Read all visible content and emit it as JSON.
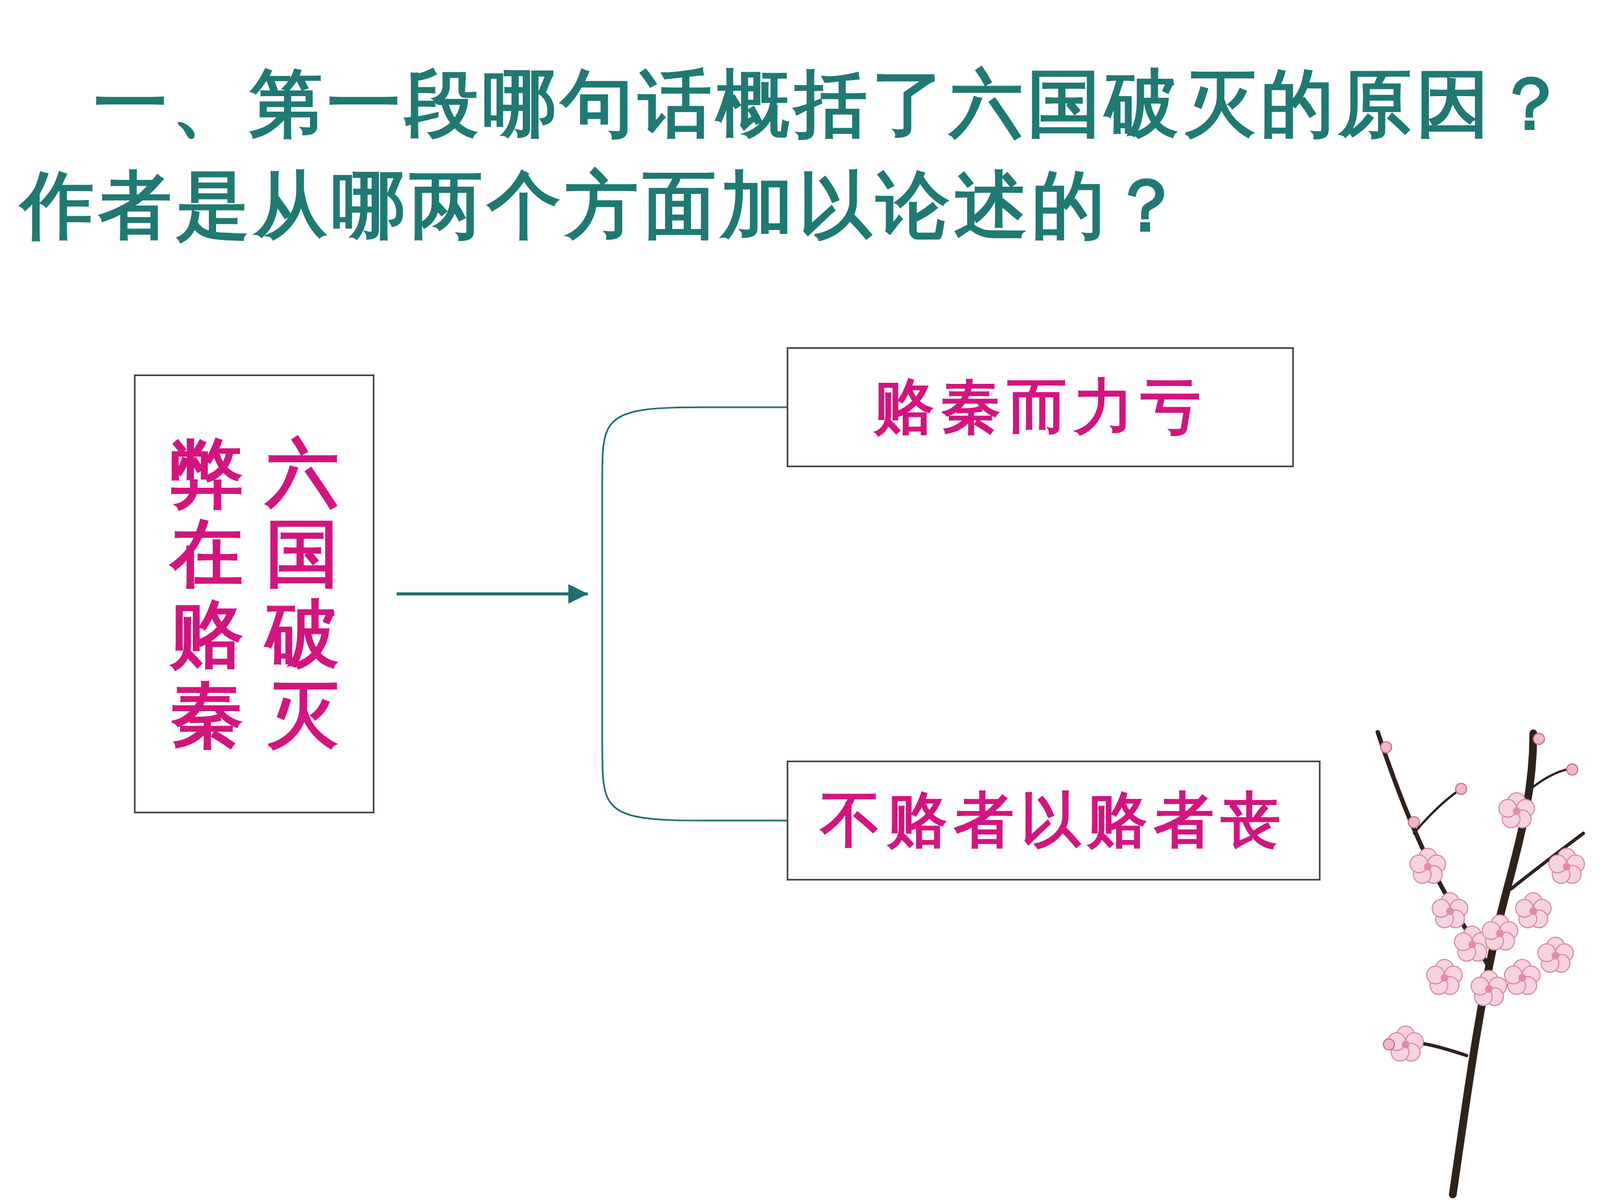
{
  "diagram": {
    "title": "一、第一段哪句话概括了六国破灭的原因？ 作者是从哪两个方面加以论述的？",
    "nodes": [
      {
        "text": [
          "六国破灭",
          "弊在赂秦"
        ]
      },
      {
        "text": [
          "赂秦而力亏"
        ]
      },
      {
        "text": [
          "不赂者以赂者丧"
        ]
      }
    ],
    "edges": [
      {
        "from": 0,
        "to": 1,
        "arrow": "to"
      },
      {
        "from": 0,
        "to": 2,
        "arrow": "to"
      }
    ]
  }
}
